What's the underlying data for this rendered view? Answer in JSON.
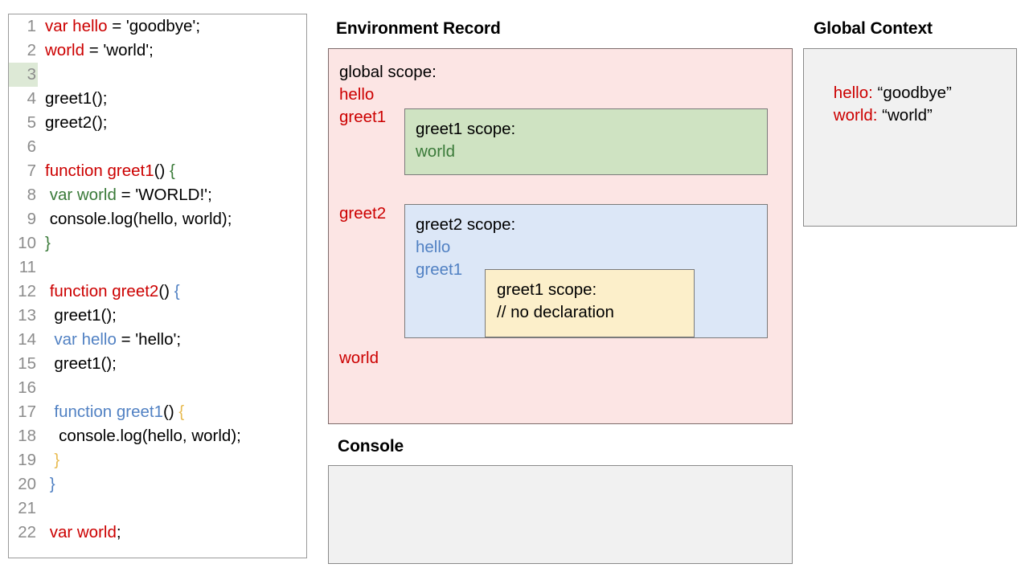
{
  "code_panel": {
    "highlighted_line": 3,
    "lines": [
      {
        "num": "1",
        "tokens": [
          {
            "t": "var hello",
            "c": "red"
          },
          {
            "t": " = 'goodbye';",
            "c": "black"
          }
        ]
      },
      {
        "num": "2",
        "tokens": [
          {
            "t": "world",
            "c": "red"
          },
          {
            "t": " = 'world';",
            "c": "black"
          }
        ]
      },
      {
        "num": "3",
        "tokens": []
      },
      {
        "num": "4",
        "tokens": [
          {
            "t": "greet1();",
            "c": "black"
          }
        ]
      },
      {
        "num": "5",
        "tokens": [
          {
            "t": "greet2();",
            "c": "black"
          }
        ]
      },
      {
        "num": "6",
        "tokens": []
      },
      {
        "num": "7",
        "tokens": [
          {
            "t": "function greet1",
            "c": "red"
          },
          {
            "t": "() ",
            "c": "black"
          },
          {
            "t": "{",
            "c": "green"
          }
        ]
      },
      {
        "num": "8",
        "tokens": [
          {
            "t": " ",
            "c": "black"
          },
          {
            "t": "var world",
            "c": "green"
          },
          {
            "t": " = 'WORLD!';",
            "c": "black"
          }
        ]
      },
      {
        "num": "9",
        "tokens": [
          {
            "t": " console.log(hello, world);",
            "c": "black"
          }
        ]
      },
      {
        "num": "10",
        "tokens": [
          {
            "t": "}",
            "c": "green"
          }
        ]
      },
      {
        "num": "11",
        "tokens": []
      },
      {
        "num": "12",
        "tokens": [
          {
            "t": " ",
            "c": "black"
          },
          {
            "t": "function greet2",
            "c": "red"
          },
          {
            "t": "() ",
            "c": "black"
          },
          {
            "t": "{",
            "c": "blue"
          }
        ]
      },
      {
        "num": "13",
        "tokens": [
          {
            "t": "  greet1();",
            "c": "black"
          }
        ]
      },
      {
        "num": "14",
        "tokens": [
          {
            "t": "  ",
            "c": "black"
          },
          {
            "t": "var hello",
            "c": "blue"
          },
          {
            "t": " = 'hello';",
            "c": "black"
          }
        ]
      },
      {
        "num": "15",
        "tokens": [
          {
            "t": "  greet1();",
            "c": "black"
          }
        ]
      },
      {
        "num": "16",
        "tokens": []
      },
      {
        "num": "17",
        "tokens": [
          {
            "t": "  ",
            "c": "black"
          },
          {
            "t": "function greet1",
            "c": "blue"
          },
          {
            "t": "() ",
            "c": "black"
          },
          {
            "t": "{",
            "c": "gold"
          }
        ]
      },
      {
        "num": "18",
        "tokens": [
          {
            "t": "   console.log(hello, world);",
            "c": "black"
          }
        ]
      },
      {
        "num": "19",
        "tokens": [
          {
            "t": "  ",
            "c": "black"
          },
          {
            "t": "}",
            "c": "gold"
          }
        ]
      },
      {
        "num": "20",
        "tokens": [
          {
            "t": " ",
            "c": "black"
          },
          {
            "t": "}",
            "c": "blue"
          }
        ]
      },
      {
        "num": "21",
        "tokens": []
      },
      {
        "num": "22",
        "tokens": [
          {
            "t": " ",
            "c": "black"
          },
          {
            "t": "var world",
            "c": "red"
          },
          {
            "t": ";",
            "c": "black"
          }
        ]
      }
    ]
  },
  "environment_record": {
    "title": "Environment Record",
    "global_scope": {
      "heading": "global scope:",
      "var_hello": "hello",
      "var_greet1": "greet1",
      "var_greet2": "greet2",
      "var_world": "world"
    },
    "greet1_scope": {
      "heading": "greet1 scope:",
      "var_world": "world"
    },
    "greet2_scope": {
      "heading": "greet2 scope:",
      "var_hello": "hello",
      "var_greet1": "greet1"
    },
    "greet1_inner_scope": {
      "heading": "greet1 scope:",
      "note": "// no declaration"
    }
  },
  "global_context": {
    "title": "Global Context",
    "entries": [
      {
        "key": "hello:",
        "value": " “goodbye”"
      },
      {
        "key": "world:",
        "value": " “world”"
      }
    ]
  },
  "console": {
    "title": "Console",
    "content": ""
  },
  "colors": {
    "red": "#cc0000",
    "green": "#3a7a39",
    "blue": "#5181c3",
    "gold": "#e8bb52",
    "black": "#000000",
    "pink_box": "#fce5e4",
    "green_box": "#cfe3c2",
    "blue_box": "#dce7f7",
    "yellow_box": "#fcefca",
    "gray_box": "#f1f1f1",
    "line_highlight": "#dde9d6"
  }
}
